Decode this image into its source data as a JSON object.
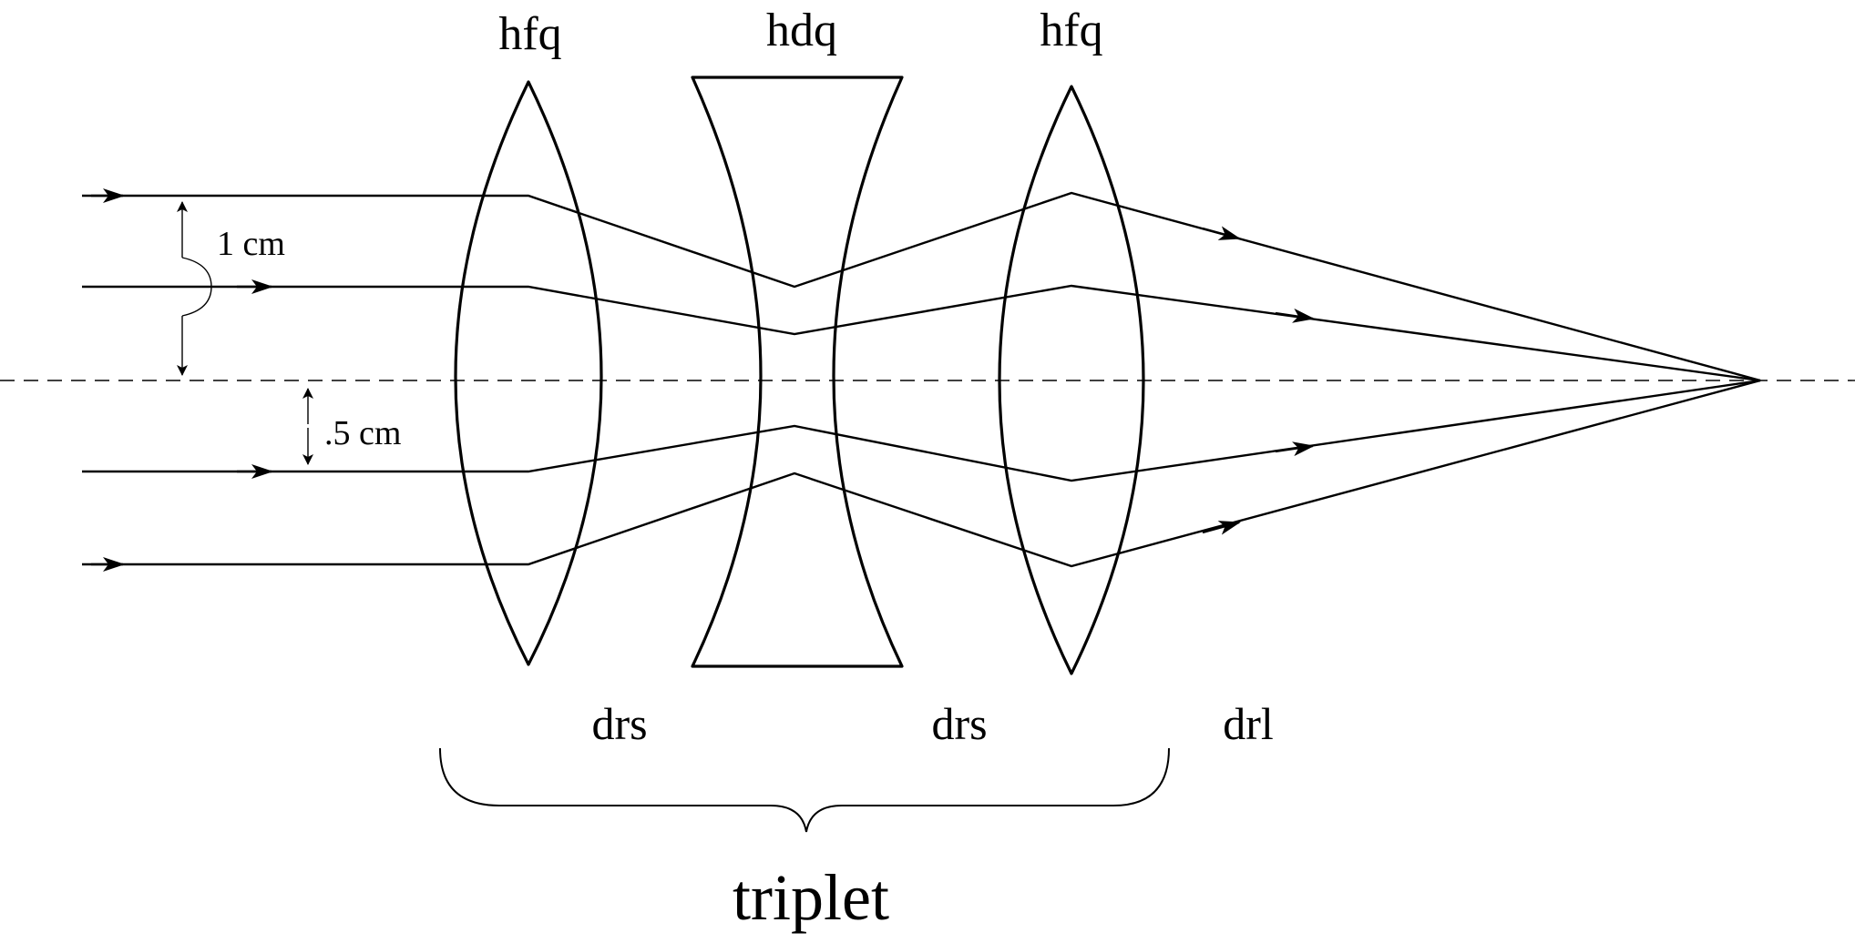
{
  "lens_labels": {
    "left": "hfq",
    "center": "hdq",
    "right": "hfq"
  },
  "spacing_labels": {
    "gap_1": "drs",
    "gap_2": "drs",
    "back": "drl"
  },
  "dimensions": {
    "outer": "1 cm",
    "inner": ".5 cm"
  },
  "group_label": "triplet"
}
